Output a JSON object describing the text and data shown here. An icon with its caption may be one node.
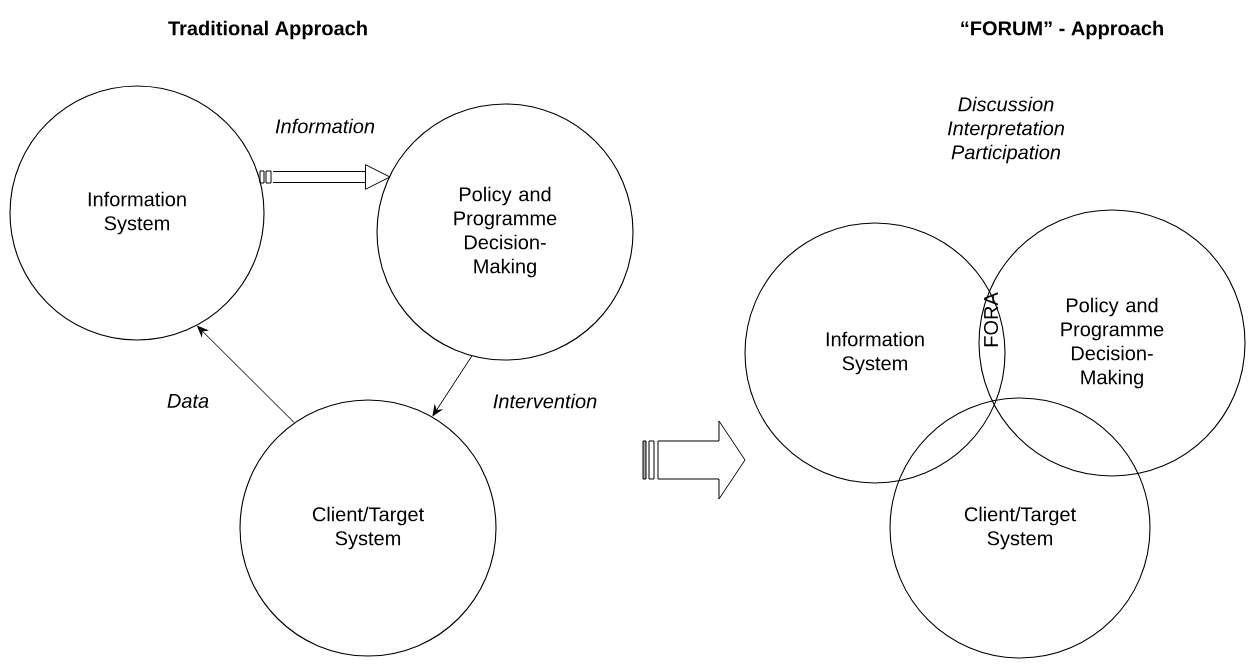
{
  "diagram": {
    "nodes": [
      {
        "text": [
          "Information System"
        ]
      },
      {
        "text": [
          "Policy and Programme Decision-Making"
        ]
      },
      {
        "text": [
          "Client/Target System"
        ]
      },
      {
        "text": [
          "Information System"
        ]
      },
      {
        "text": [
          "Policy and Programme Decision-Making"
        ]
      },
      {
        "text": [
          "Client/Target System"
        ]
      }
    ],
    "edges": [
      {
        "from": 0,
        "to": 1,
        "arrow": "to",
        "label": "Information",
        "style": "thick"
      },
      {
        "from": 1,
        "to": 2,
        "arrow": "to",
        "label": "Intervention"
      },
      {
        "from": 2,
        "to": 0,
        "arrow": "to",
        "label": "Data"
      }
    ],
    "labels": [
      "Traditional Approach",
      "“FORUM” - Approach",
      "Discussion Interpretation Participation",
      "FORA"
    ]
  }
}
